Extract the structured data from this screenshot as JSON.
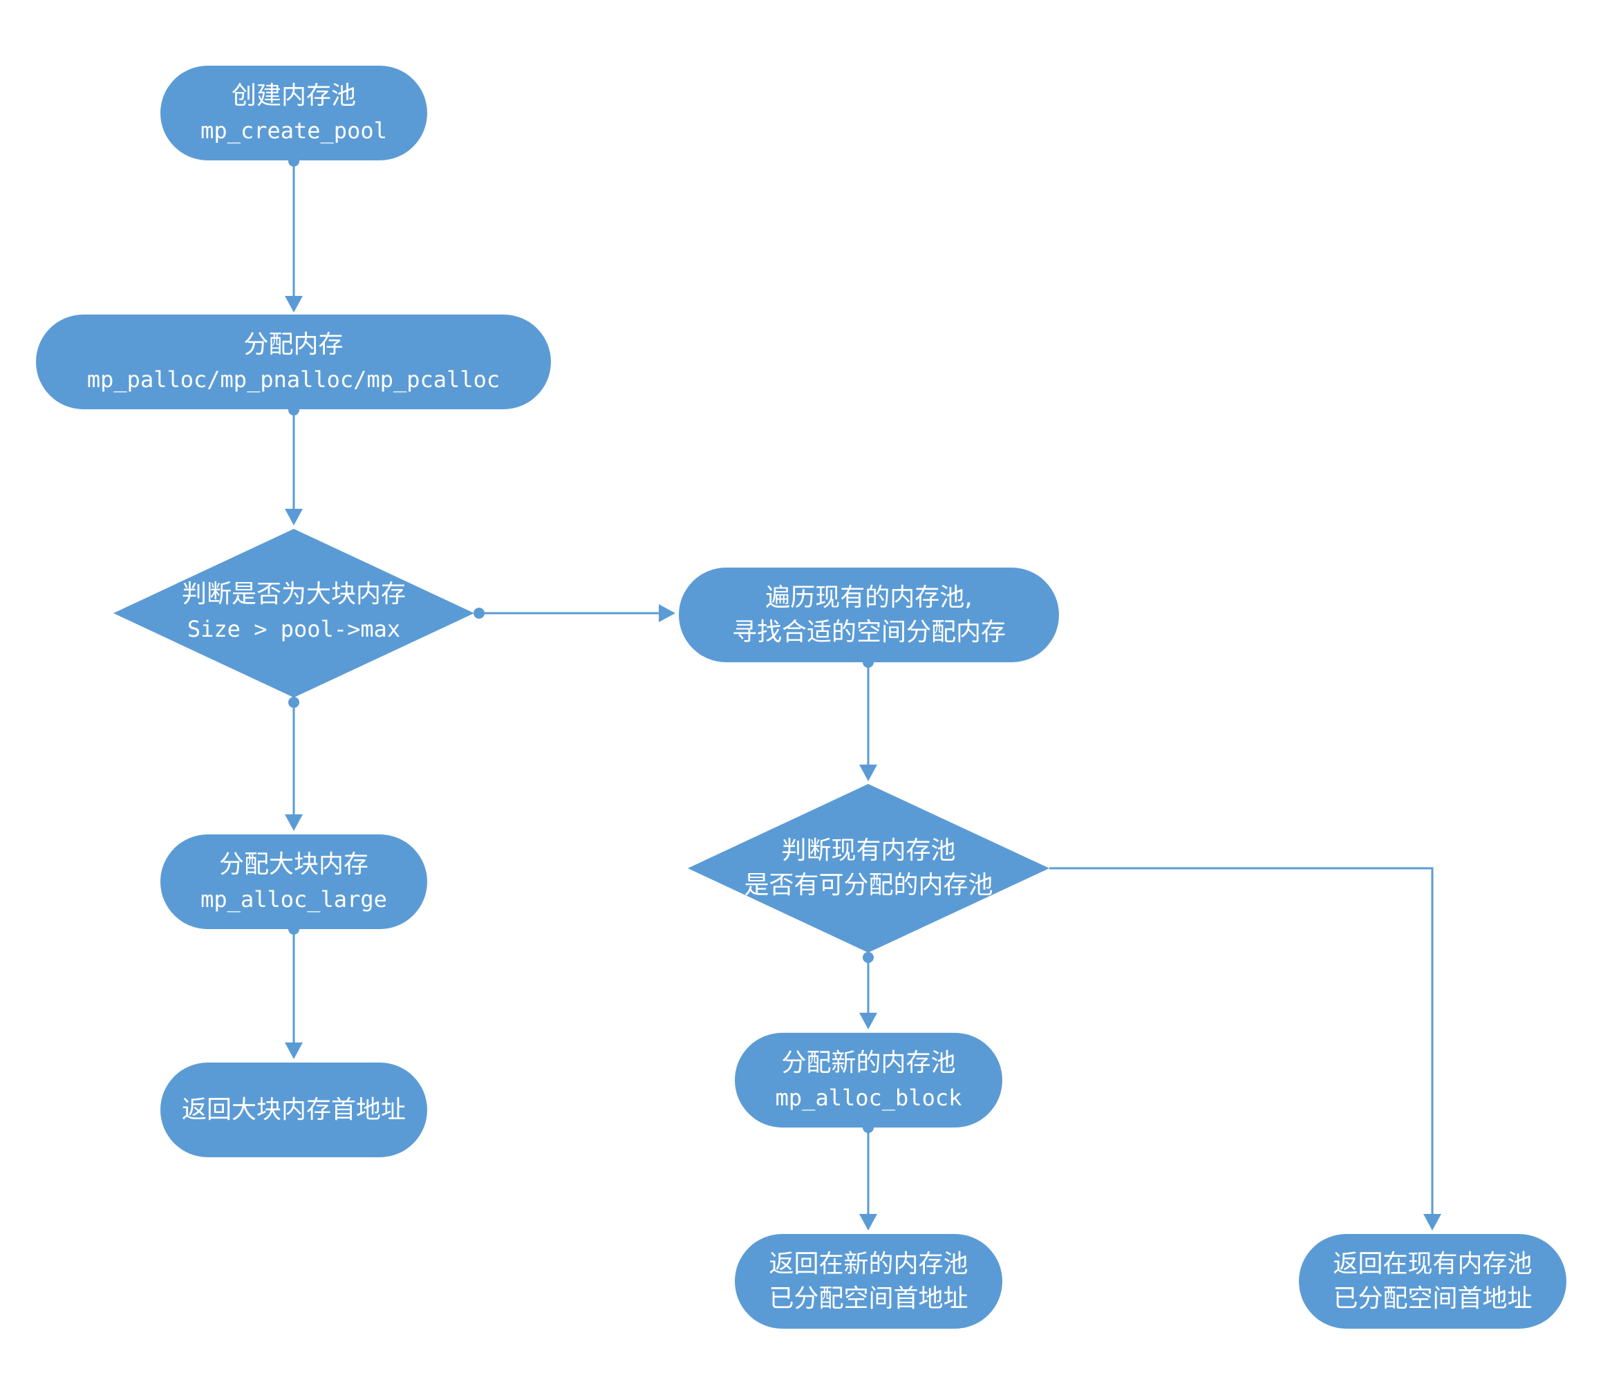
{
  "colors": {
    "node_fill": "#5b9bd5",
    "connector": "#5b9bd5",
    "text": "#ffffff",
    "background": "#ffffff"
  },
  "nodes": {
    "create_pool": {
      "title": "创建内存池",
      "code": "mp_create_pool"
    },
    "palloc": {
      "title": "分配内存",
      "code": "mp_palloc/mp_pnalloc/mp_pcalloc"
    },
    "decision_large": {
      "title": "判断是否为大块内存",
      "code": "Size > pool->max"
    },
    "traverse": {
      "line1": "遍历现有的内存池,",
      "line2": "寻找合适的空间分配内存"
    },
    "alloc_large": {
      "title": "分配大块内存",
      "code": "mp_alloc_large"
    },
    "decision_existing": {
      "line1": "判断现有内存池",
      "line2": "是否有可分配的内存池"
    },
    "return_large": {
      "title": "返回大块内存首地址"
    },
    "alloc_block": {
      "title": "分配新的内存池",
      "code": "mp_alloc_block"
    },
    "return_new": {
      "line1": "返回在新的内存池",
      "line2": "已分配空间首地址"
    },
    "return_existing": {
      "line1": "返回在现有内存池",
      "line2": "已分配空间首地址"
    }
  }
}
